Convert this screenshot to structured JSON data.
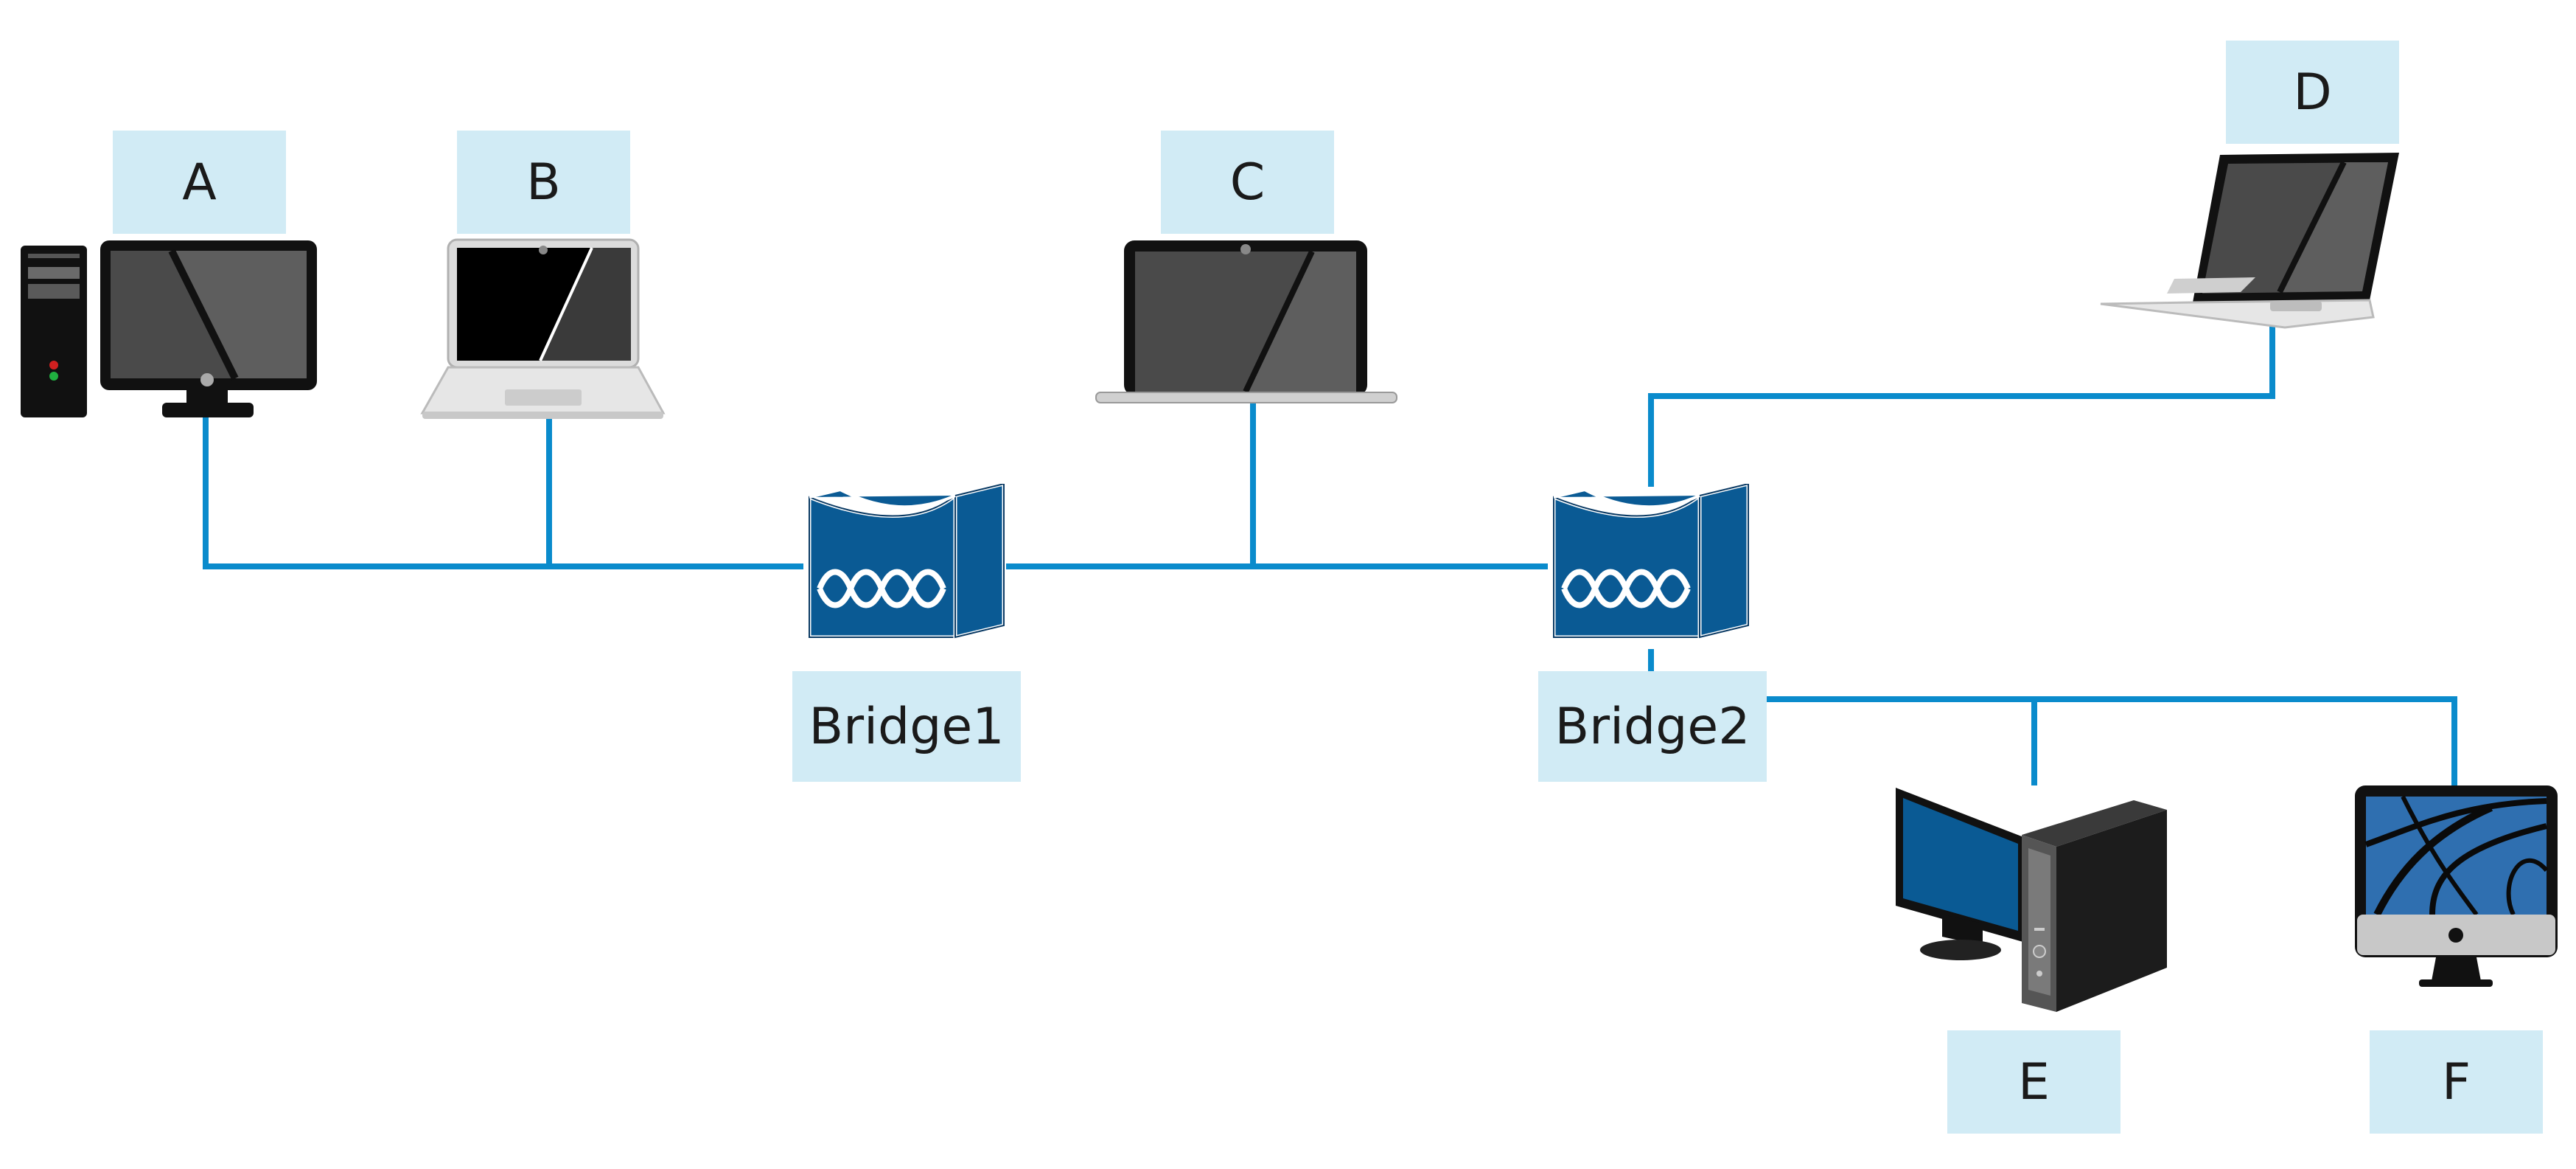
{
  "diagram": {
    "colors": {
      "link": "#0a8bcc",
      "label_bg": "#d1ebf5",
      "bridge_fill": "#0a5a94",
      "screen_dark": "#4a4a4a",
      "screen_blue": "#0a5a94"
    },
    "nodes": {
      "a": {
        "label": "A",
        "icon": "desktop-tower-monitor-icon"
      },
      "b": {
        "label": "B",
        "icon": "laptop-icon"
      },
      "c": {
        "label": "C",
        "icon": "laptop-icon"
      },
      "d": {
        "label": "D",
        "icon": "laptop-icon"
      },
      "e": {
        "label": "E",
        "icon": "desktop-pc-icon"
      },
      "f": {
        "label": "F",
        "icon": "all-in-one-computer-icon"
      }
    },
    "bridges": {
      "bridge1": {
        "label": "Bridge1",
        "icon": "bridge-icon"
      },
      "bridge2": {
        "label": "Bridge2",
        "icon": "bridge-icon"
      }
    },
    "links": [
      [
        "A",
        "Bridge1"
      ],
      [
        "B",
        "Bridge1"
      ],
      [
        "Bridge1",
        "C"
      ],
      [
        "C",
        "Bridge2"
      ],
      [
        "Bridge2",
        "D"
      ],
      [
        "Bridge2",
        "E"
      ],
      [
        "Bridge2",
        "F"
      ]
    ]
  }
}
